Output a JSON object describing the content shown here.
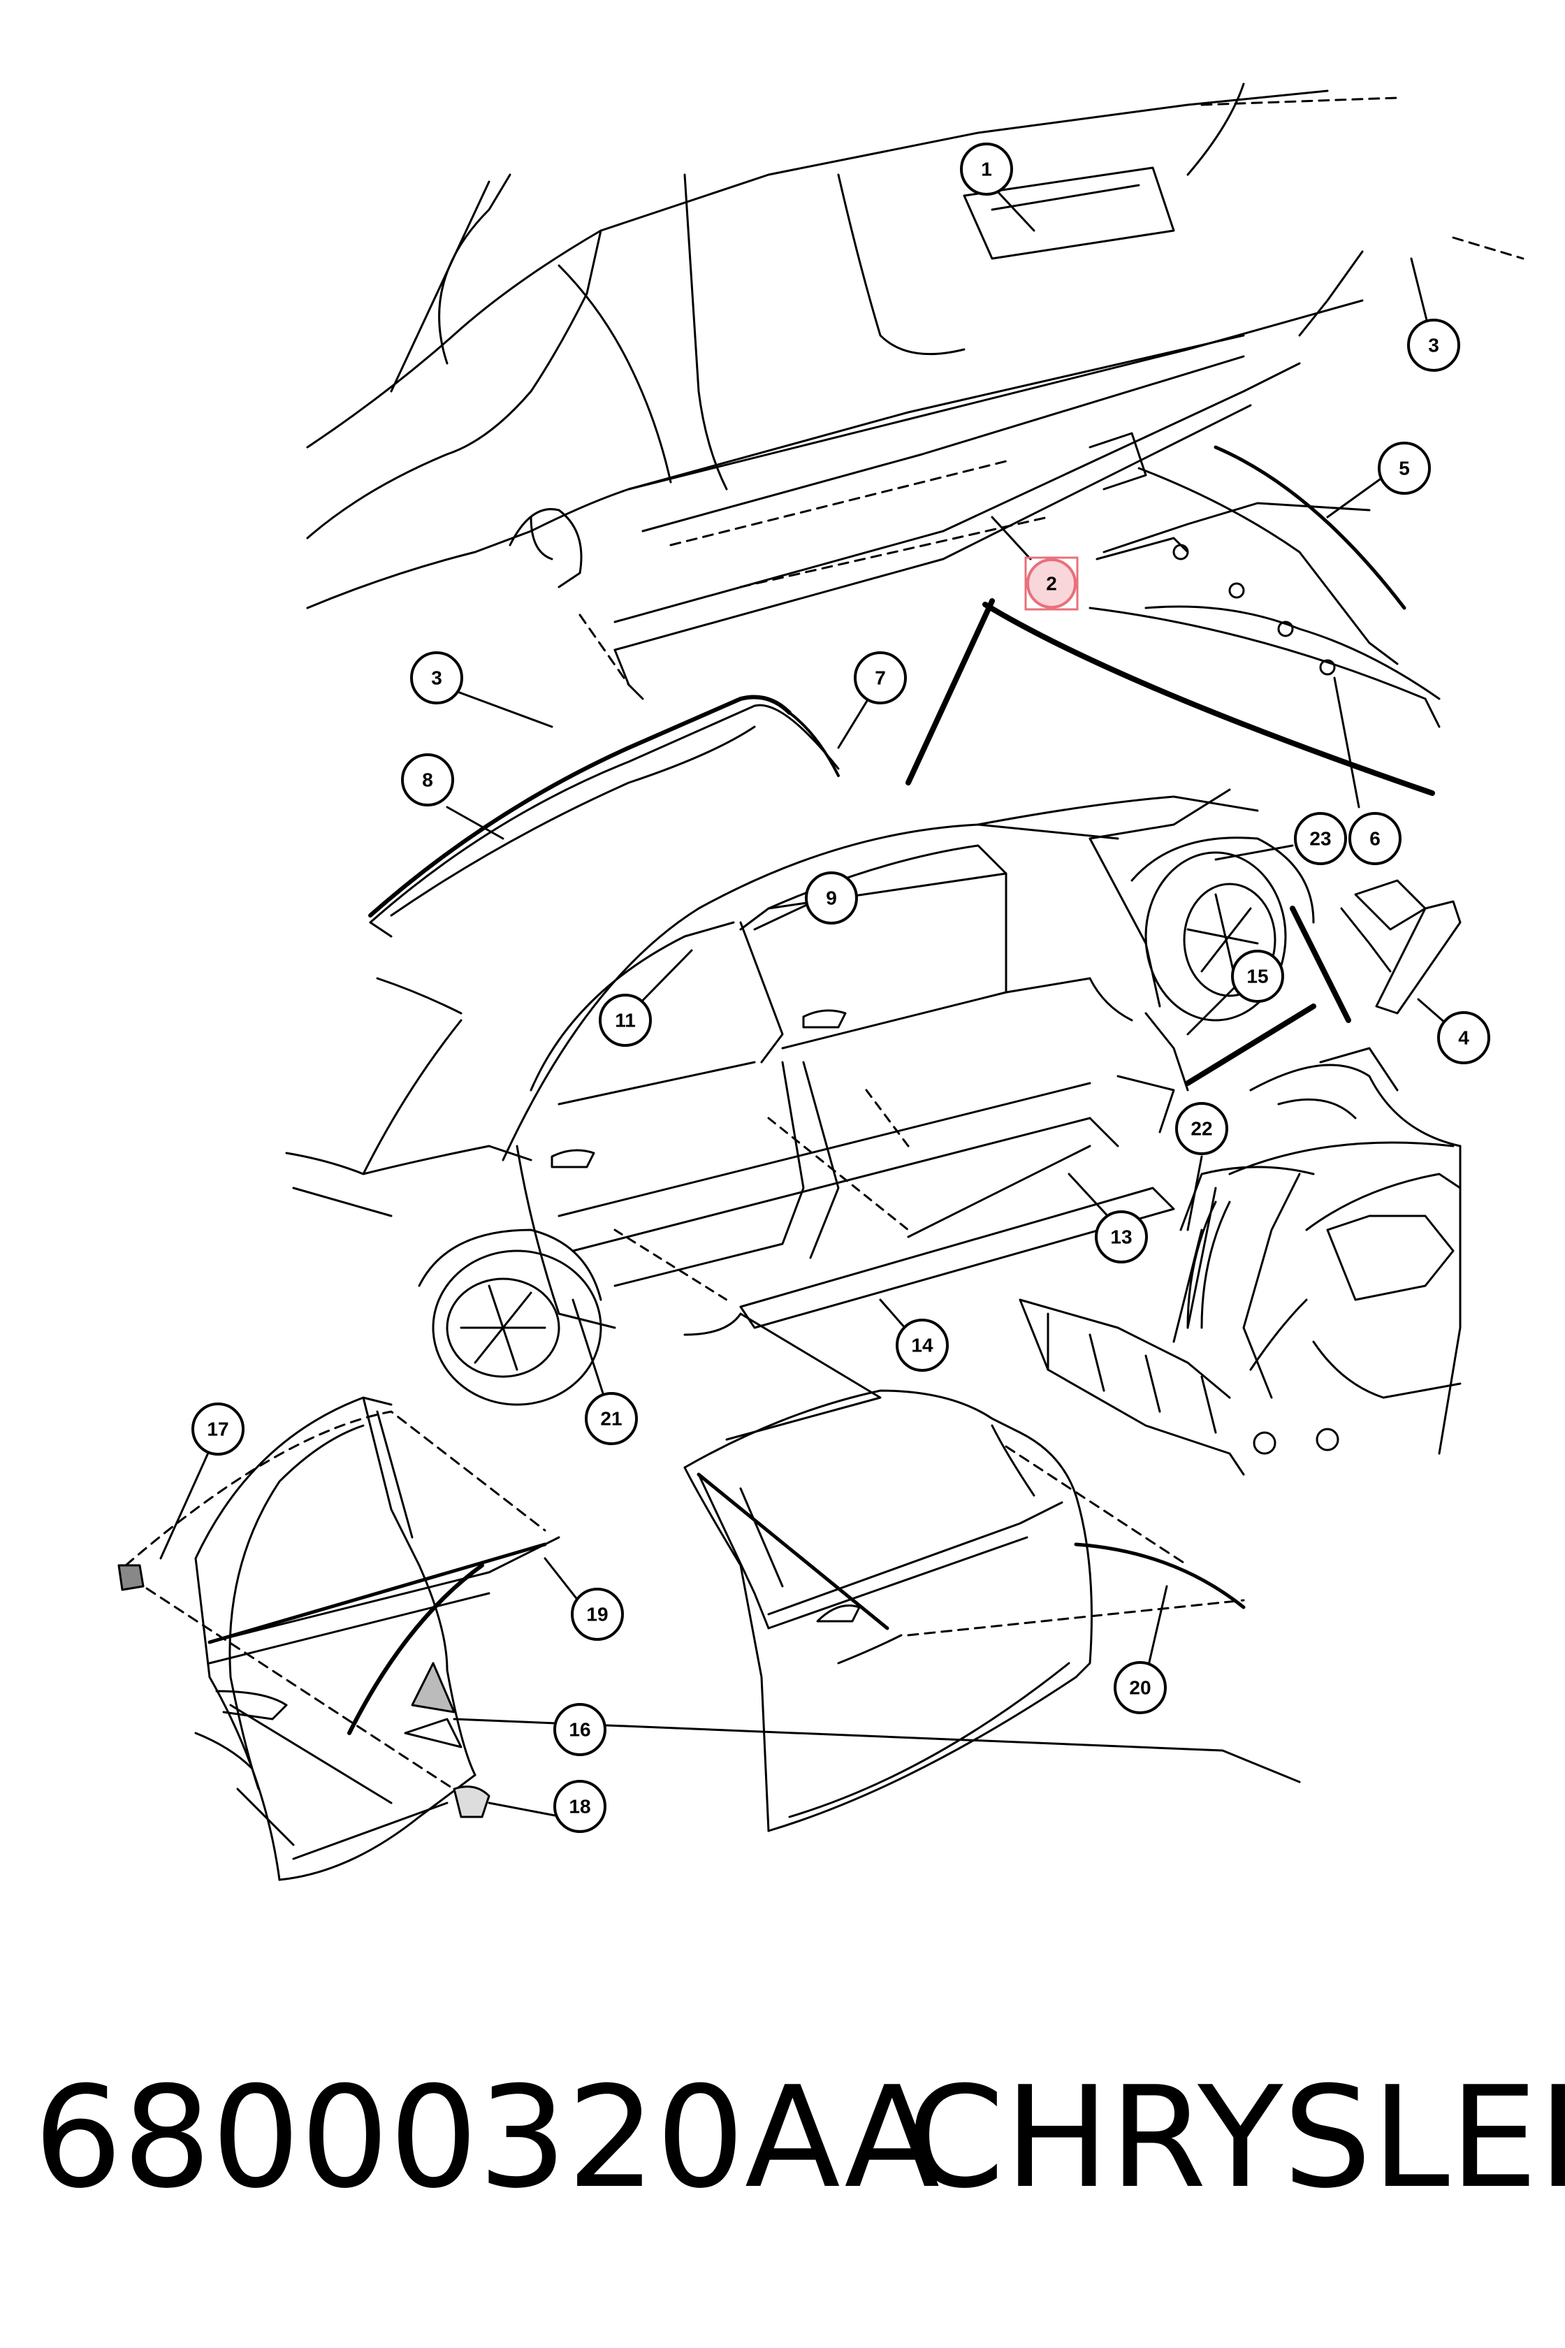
{
  "footer": {
    "part_number": "68000320AA",
    "brand": "CHRYSLER"
  },
  "callouts": {
    "c1": "1",
    "c2": "2",
    "c3a": "3",
    "c3b": "3",
    "c4": "4",
    "c5": "5",
    "c6": "6",
    "c7": "7",
    "c8": "8",
    "c9": "9",
    "c11": "11",
    "c13": "13",
    "c14": "14",
    "c15": "15",
    "c16": "16",
    "c17": "17",
    "c18": "18",
    "c19": "19",
    "c20": "20",
    "c21": "21",
    "c22": "22",
    "c23": "23"
  },
  "highlight": {
    "callout": "2",
    "color": "#e8707a"
  }
}
